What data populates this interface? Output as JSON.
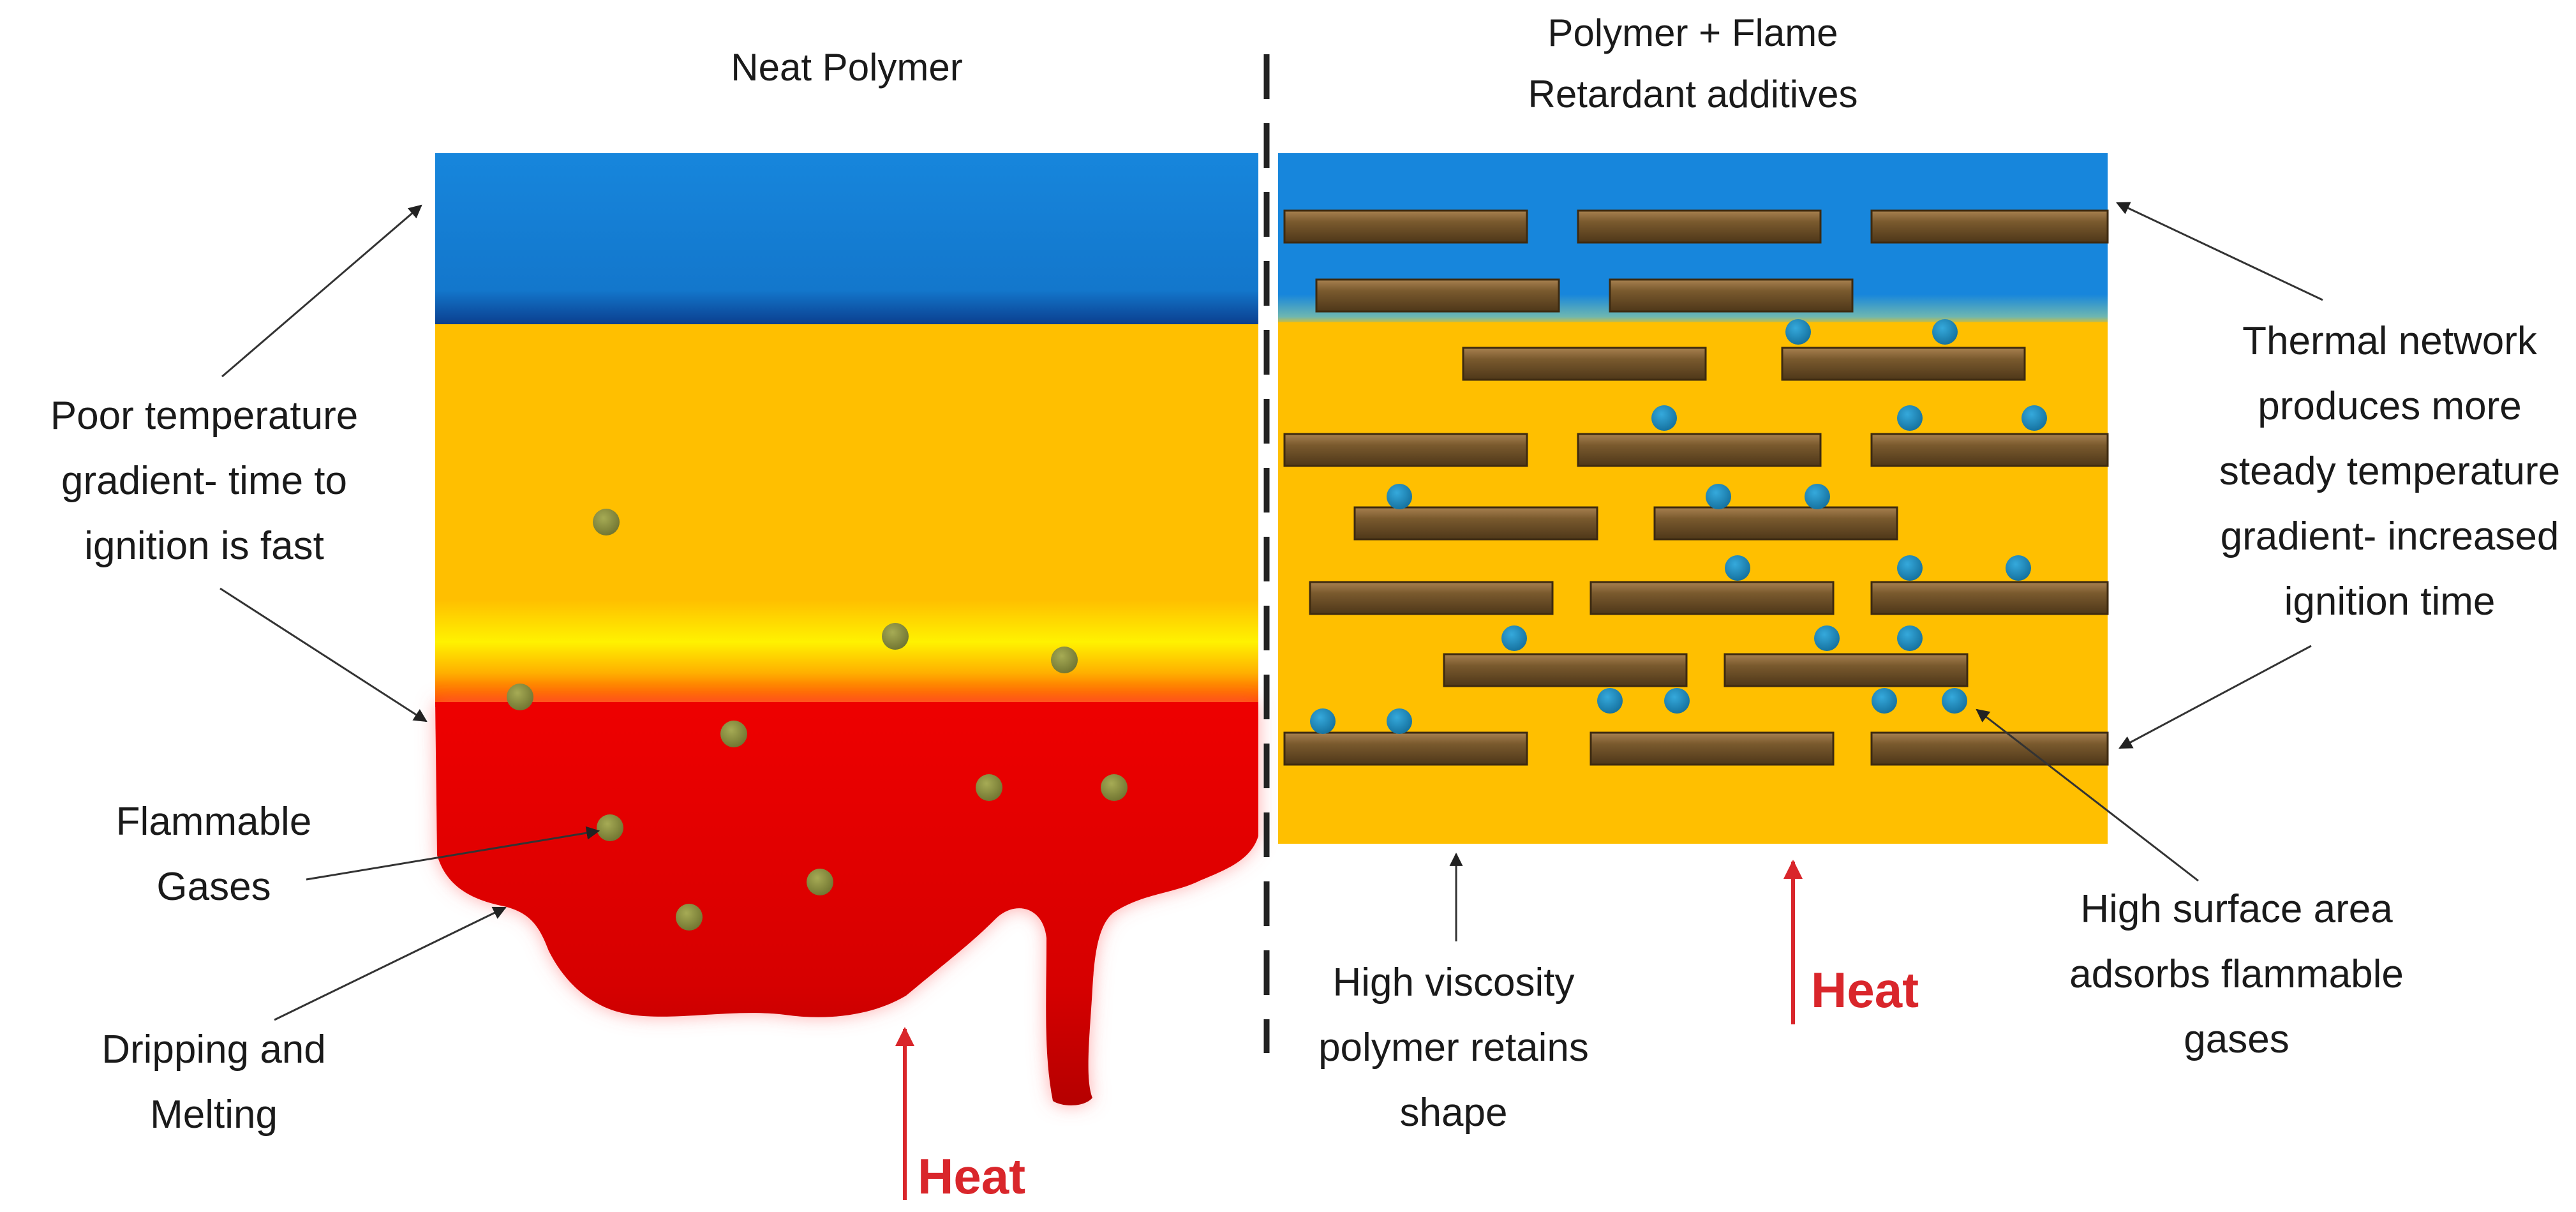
{
  "left_panel": {
    "title": "Neat Polymer",
    "label_poor_gradient": [
      "Poor temperature",
      "gradient- time to",
      "ignition is fast"
    ],
    "label_flammable_gases": [
      "Flammable",
      "Gases"
    ],
    "label_dripping": [
      "Dripping and",
      "Melting"
    ],
    "heat_label": "Heat"
  },
  "right_panel": {
    "title": [
      "Polymer + Flame",
      "Retardant additives"
    ],
    "label_thermal_network": [
      "Thermal network",
      "produces more",
      "steady temperature",
      "gradient- increased",
      "ignition time"
    ],
    "label_viscosity": [
      "High viscosity",
      "polymer retains",
      "shape"
    ],
    "label_surface_area": [
      "High surface area",
      "adsorbs flammable",
      "gases"
    ],
    "heat_label": "Heat"
  },
  "colors": {
    "blue_zone": "#1380d6",
    "yellow_zone": "#ffbf00",
    "red_zone": "#e60000",
    "platelet": "#7a5a2e",
    "gas_particle": "#8a8f3c",
    "adsorbed_particle": "#1f8fc2",
    "heat_arrow": "#d9262b",
    "divider": "#222222"
  }
}
